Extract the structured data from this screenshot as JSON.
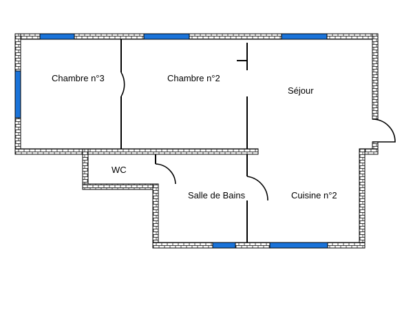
{
  "colors": {
    "wall_fill": "#ffffff",
    "wall_stroke": "#000000",
    "window": "#1a73d9",
    "background": "#ffffff"
  },
  "rooms": {
    "chambre3": "Chambre n°3",
    "chambre2": "Chambre n°2",
    "sejour": "Séjour",
    "wc": "WC",
    "sdb": "Salle de Bains",
    "cuisine": "Cuisine n°2"
  }
}
